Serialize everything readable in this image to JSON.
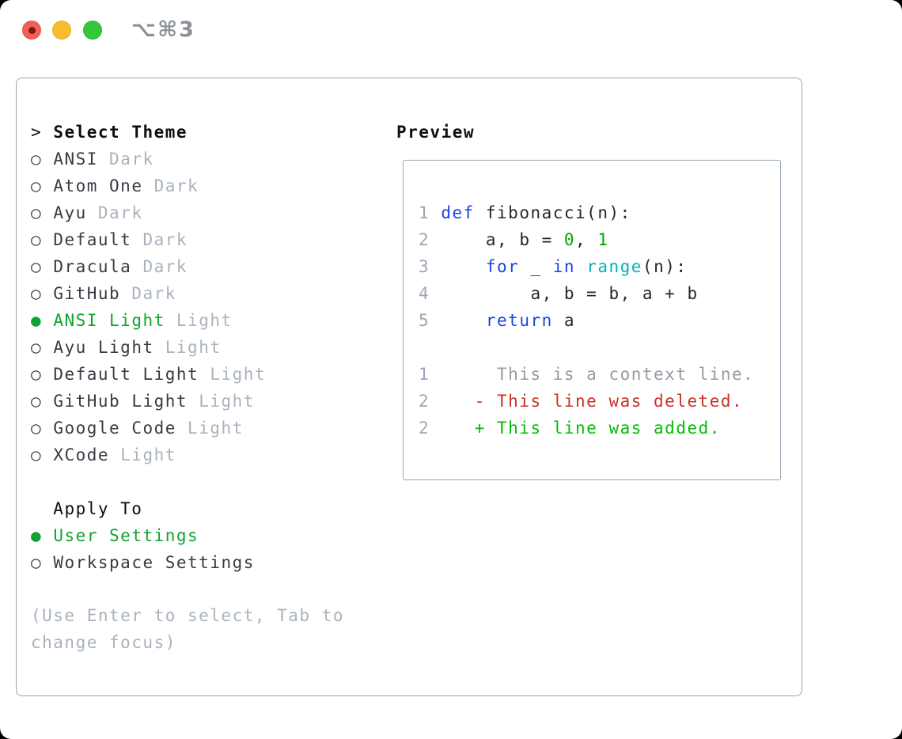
{
  "window": {
    "title": "⌥⌘3",
    "traffic_lights": {
      "close_color": "#f25f58",
      "close_dot_color": "#7c1a14",
      "minimize_color": "#f8bd2d",
      "zoom_color": "#32c73c"
    }
  },
  "theme_picker": {
    "header_prefix": ">",
    "header": "Select Theme",
    "radio_empty": "○",
    "radio_filled": "●",
    "items": [
      {
        "name": "ANSI",
        "variant": "Dark",
        "selected": false
      },
      {
        "name": "Atom One",
        "variant": "Dark",
        "selected": false
      },
      {
        "name": "Ayu",
        "variant": "Dark",
        "selected": false
      },
      {
        "name": "Default",
        "variant": "Dark",
        "selected": false
      },
      {
        "name": "Dracula",
        "variant": "Dark",
        "selected": false
      },
      {
        "name": "GitHub",
        "variant": "Dark",
        "selected": false
      },
      {
        "name": "ANSI Light",
        "variant": "Light",
        "selected": true
      },
      {
        "name": "Ayu Light",
        "variant": "Light",
        "selected": false
      },
      {
        "name": "Default Light",
        "variant": "Light",
        "selected": false
      },
      {
        "name": "GitHub Light",
        "variant": "Light",
        "selected": false
      },
      {
        "name": "Google Code",
        "variant": "Light",
        "selected": false
      },
      {
        "name": "XCode",
        "variant": "Light",
        "selected": false
      }
    ]
  },
  "apply_to": {
    "header": "Apply To",
    "options": [
      {
        "label": "User Settings",
        "selected": true
      },
      {
        "label": "Workspace Settings",
        "selected": false
      }
    ]
  },
  "hint": "(Use Enter to select, Tab to change focus)",
  "preview": {
    "header": "Preview",
    "lines": [
      {
        "num": "1",
        "segments": [
          {
            "t": "def",
            "c": "kw"
          },
          {
            "t": " fibonacci(n):",
            "c": "fg"
          }
        ]
      },
      {
        "num": "2",
        "segments": [
          {
            "t": "    a, b = ",
            "c": "fg"
          },
          {
            "t": "0",
            "c": "num"
          },
          {
            "t": ", ",
            "c": "fg"
          },
          {
            "t": "1",
            "c": "num"
          }
        ]
      },
      {
        "num": "3",
        "segments": [
          {
            "t": "    ",
            "c": "fg"
          },
          {
            "t": "for",
            "c": "kw"
          },
          {
            "t": " _ ",
            "c": "fg"
          },
          {
            "t": "in",
            "c": "kw"
          },
          {
            "t": " ",
            "c": "fg"
          },
          {
            "t": "range",
            "c": "fn"
          },
          {
            "t": "(n):",
            "c": "fg"
          }
        ]
      },
      {
        "num": "4",
        "segments": [
          {
            "t": "        a, b = b, a + b",
            "c": "fg"
          }
        ]
      },
      {
        "num": "5",
        "segments": [
          {
            "t": "    ",
            "c": "fg"
          },
          {
            "t": "return",
            "c": "kw"
          },
          {
            "t": " a",
            "c": "fg"
          }
        ]
      },
      {
        "num": "",
        "segments": []
      },
      {
        "num": "1",
        "segments": [
          {
            "t": "     This is a context line.",
            "c": "ctx"
          }
        ]
      },
      {
        "num": "2",
        "segments": [
          {
            "t": "   - This line was deleted.",
            "c": "del"
          }
        ]
      },
      {
        "num": "2",
        "segments": [
          {
            "t": "   + This line was added.",
            "c": "add"
          }
        ]
      }
    ]
  },
  "colors": {
    "border_gray": "#9aa5b2",
    "muted_gray": "#a9b2bd",
    "text_dark": "#363c44",
    "selection_green": "#0fa32f",
    "keyword_blue": "#1b44e3",
    "builtin_cyan": "#00b2be",
    "number_green": "#00a800",
    "context_gray": "#949ba3",
    "deleted_red": "#c93222",
    "added_green": "#00bf00",
    "line_number_gray": "#9aa7b6",
    "code_text": "#23282e",
    "title_gray": "#8b9198"
  }
}
